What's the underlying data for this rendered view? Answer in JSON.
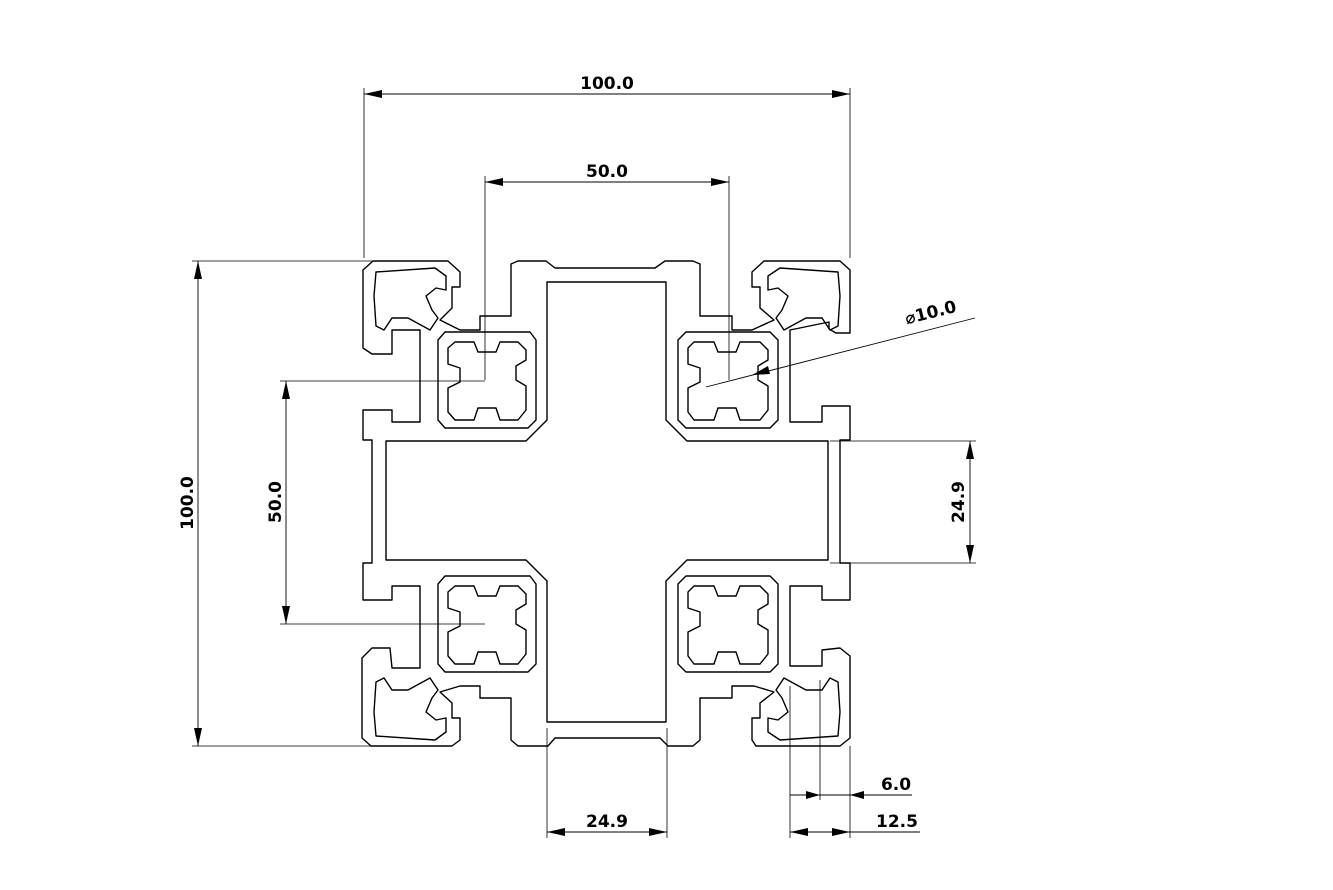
{
  "dimensions": {
    "overall_width": "100.0",
    "slot_spacing_horizontal": "50.0",
    "bore_diameter": "⌀10.0",
    "overall_height": "100.0",
    "slot_spacing_vertical": "50.0",
    "center_channel_height": "24.9",
    "center_channel_width": "24.9",
    "slot_opening": "6.0",
    "corner_offset": "12.5"
  }
}
